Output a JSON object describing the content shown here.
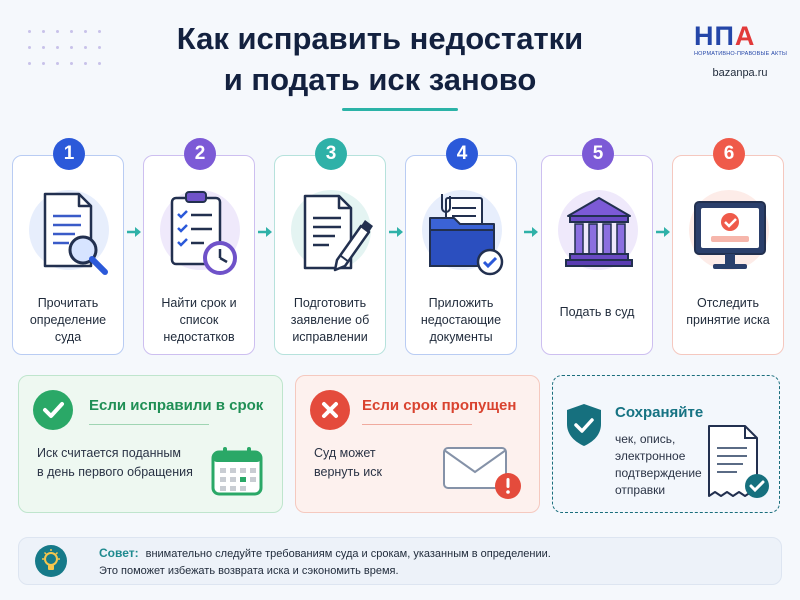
{
  "title": {
    "line1": "Как исправить недостатки",
    "line2": "и подать иск заново"
  },
  "logo": {
    "letters": [
      "Н",
      "П",
      "А"
    ],
    "subtitle": "НОРМАТИВНО-ПРАВОВЫЕ АКТЫ",
    "site": "bazanpa.ru"
  },
  "colors": {
    "step1": "#2b59d9",
    "step2": "#7c5ad6",
    "step3": "#2fb1a8",
    "step4": "#2b59d9",
    "step5": "#7c5ad6",
    "step6": "#ef5a4a",
    "success": "#2aa867",
    "danger": "#e44b3c",
    "save": "#16707e"
  },
  "steps": [
    {
      "number": "1",
      "label": "Прочитать определение суда",
      "icon": "document-magnifier-icon"
    },
    {
      "number": "2",
      "label": "Найти срок и список недостатков",
      "icon": "checklist-clock-icon"
    },
    {
      "number": "3",
      "label": "Подготовить заявление об исправлении",
      "icon": "document-pencil-icon"
    },
    {
      "number": "4",
      "label": "Приложить недостающие документы",
      "icon": "folder-check-icon"
    },
    {
      "number": "5",
      "label": "Подать в суд",
      "icon": "courthouse-icon"
    },
    {
      "number": "6",
      "label": "Отследить принятие иска",
      "icon": "monitor-check-icon"
    }
  ],
  "cards": {
    "in_time": {
      "title": "Если исправили в срок",
      "line1": "Иск считается поданным",
      "line2": "в день первого обращения",
      "icon": "calendar-icon"
    },
    "missed": {
      "title": "Если срок пропущен",
      "line1": "Суд может",
      "line2": "вернуть иск",
      "icon": "envelope-warning-icon"
    },
    "save": {
      "title": "Сохраняйте",
      "line1": "чек, опись,",
      "line2": "электронное",
      "line3": "подтверждение",
      "line4": "отправки",
      "icon": "receipt-check-icon"
    }
  },
  "tip": {
    "label": "Совет:",
    "line1": "внимательно следуйте требованиям суда и срокам, указанным в определении.",
    "line2": "Это поможет избежать возврата иска и сэкономить время."
  }
}
